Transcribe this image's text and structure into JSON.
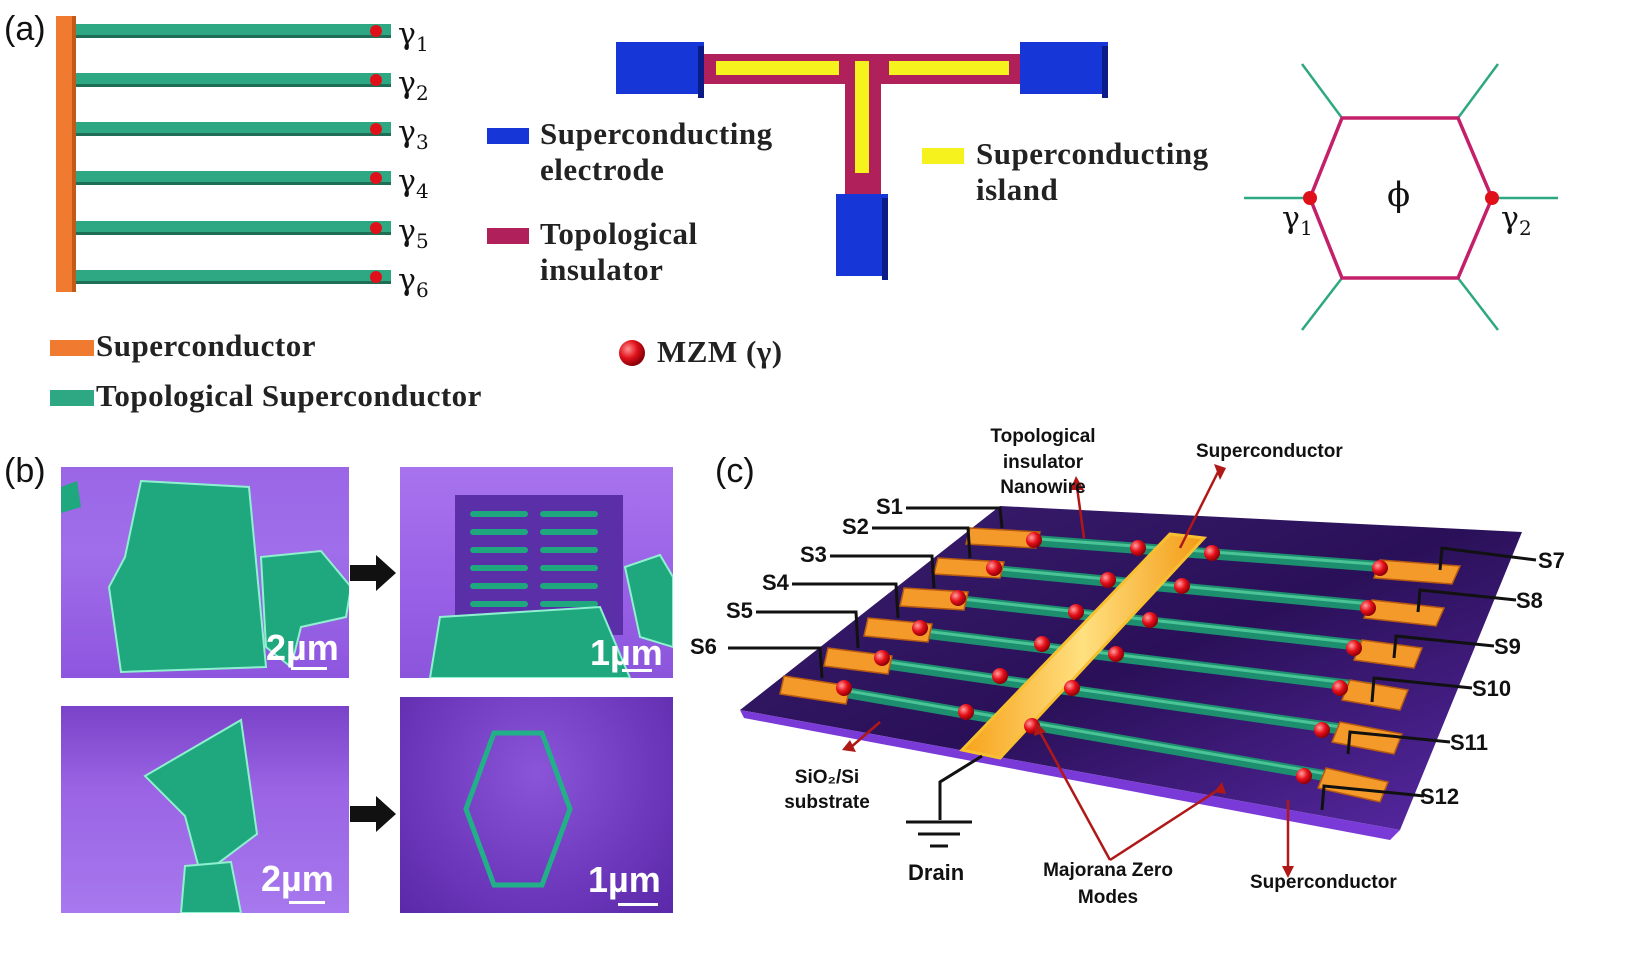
{
  "panel_a": {
    "label": "(a)",
    "gammas": [
      "1",
      "2",
      "3",
      "4",
      "5",
      "6"
    ],
    "gamma_symbol": "γ",
    "legend": {
      "superconductor": "Superconductor",
      "topological_superconductor": "Topological Superconductor",
      "mzm": "MZM (γ)"
    },
    "t_legend": {
      "sc_electrode_line1": "Superconducting",
      "sc_electrode_line2": "electrode",
      "ti_line1": "Topological",
      "ti_line2": "insulator",
      "sc_island_line1": "Superconducting",
      "sc_island_line2": "island"
    },
    "hex": {
      "phi": "ϕ",
      "g1": "1",
      "g2": "2"
    },
    "colors": {
      "superconductor": "#F07A30",
      "topo_sc": "#2EA882",
      "electrode": "#1636D8",
      "ti": "#B0205A",
      "island": "#F6F21E",
      "mzm": "#E0101A"
    }
  },
  "panel_b": {
    "label": "(b)",
    "scales": [
      "2µm",
      "1µm",
      "2µm",
      "1µm"
    ]
  },
  "panel_c": {
    "label": "(c)",
    "annotations": {
      "ti_nanowire_1": "Topological insulator",
      "ti_nanowire_2": "Nanowire",
      "superconductor_top": "Superconductor",
      "substrate_1": "SiO₂/Si",
      "substrate_2": "substrate",
      "drain": "Drain",
      "mzm_1": "Majorana Zero",
      "mzm_2": "Modes",
      "superconductor_bottom": "Superconductor"
    },
    "left_leads": [
      "S1",
      "S2",
      "S3",
      "S4",
      "S5",
      "S6"
    ],
    "right_leads": [
      "S7",
      "S8",
      "S9",
      "S10",
      "S11",
      "S12"
    ]
  }
}
